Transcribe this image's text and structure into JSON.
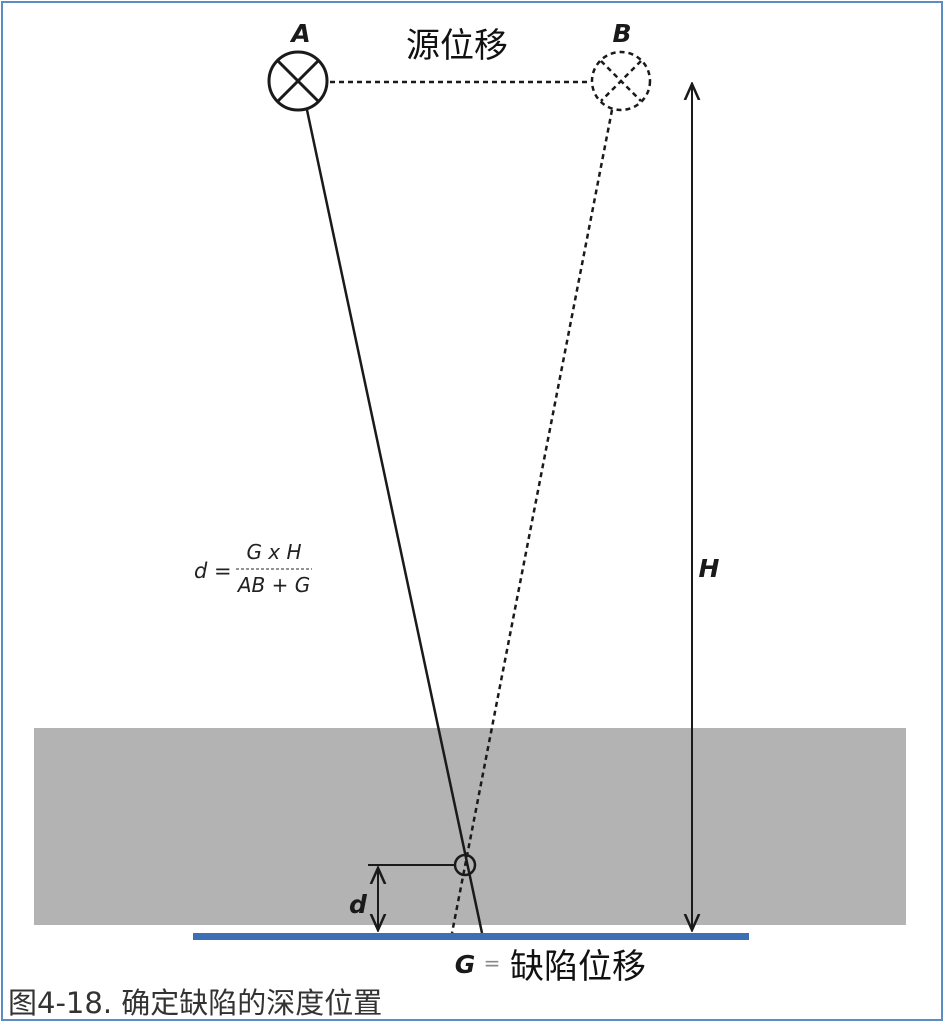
{
  "labels": {
    "point_a": "A",
    "point_b": "B",
    "source_displacement": "源位移",
    "height": "H",
    "depth": "d",
    "defect_displacement_symbol": "G",
    "equals": "=",
    "defect_displacement": "缺陷位移"
  },
  "formula": {
    "lhs": "d =",
    "numerator": "G x H",
    "denominator": "AB + G"
  },
  "caption": "图4-18. 确定缺陷的深度位置",
  "colors": {
    "frame": "#5b8cc4",
    "specimen": "#b3b3b3",
    "film": "#3d6fb6",
    "line": "#1a1a1a"
  }
}
